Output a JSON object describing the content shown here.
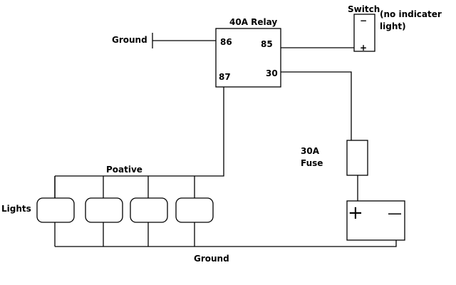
{
  "relay": {
    "title": "40A Relay",
    "pin_86": "86",
    "pin_85": "85",
    "pin_87": "87",
    "pin_30": "30"
  },
  "switch": {
    "title": "Switch",
    "note_line1": "(no indicater",
    "note_line2": "light)",
    "minus": "−",
    "plus": "+"
  },
  "ground_top": "Ground",
  "ground_bottom": "Ground",
  "fuse": {
    "line1": "30A",
    "line2": "Fuse"
  },
  "positive_label": "Poative",
  "lights_label": "Lights",
  "battery": {
    "plus": "+",
    "minus": "—"
  },
  "colors": {
    "line": "#000000",
    "background": "#ffffff"
  }
}
